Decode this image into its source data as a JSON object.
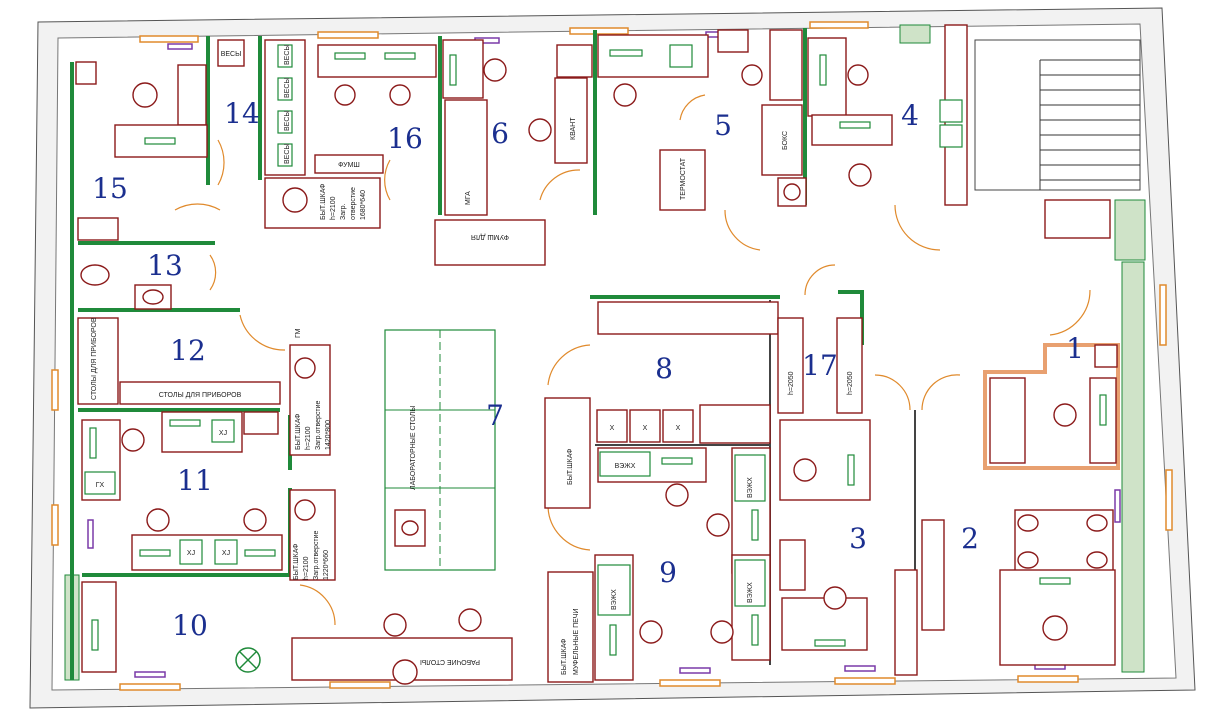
{
  "rooms": [
    {
      "num": "1"
    },
    {
      "num": "2"
    },
    {
      "num": "3"
    },
    {
      "num": "4"
    },
    {
      "num": "5"
    },
    {
      "num": "6"
    },
    {
      "num": "7"
    },
    {
      "num": "8"
    },
    {
      "num": "9"
    },
    {
      "num": "10"
    },
    {
      "num": "11"
    },
    {
      "num": "12"
    },
    {
      "num": "13"
    },
    {
      "num": "14"
    },
    {
      "num": "15"
    },
    {
      "num": "16"
    },
    {
      "num": "17"
    }
  ],
  "labels": {
    "vesy": "ВЕСЫ",
    "fume_hood": "ФУМШ",
    "fume_hood_rev": "ФУМШ ДЛЯ",
    "mga": "МГА",
    "kvant": "КВАНТ",
    "termostat": "ТЕРМОСТАТ",
    "boks": "БОКС",
    "byt_shkaf": "БЫТ.ШКАФ",
    "h2100": "h=2100",
    "zagr_1": "Загр.",
    "otv_1": "отверстие",
    "size_1": "1680*640",
    "otv_2": "Загр.отверстие",
    "size_2": "1420*800",
    "size_3": "1220*660",
    "tables_pribory_v": "СТОЛЫ ДЛЯ ПРИБОРОВ",
    "tables_pribory_h": "СТОЛЫ ДЛЯ ПРИБОРОВ",
    "gm": "ГМ",
    "lab_tables": "ЛАБОРАТОРНЫЕ СТОЛЫ",
    "byt_shkaf_7": "БЫТ.ШКАФ",
    "byt_shkaf_9": "БЫТ.ШКАФ",
    "mufel": "МУФЕЛЬНЫЕ ПЕЧИ",
    "vezhk": "ВЭЖХ",
    "gh": "ГХ",
    "hj": "ХЈ",
    "x": "Х",
    "h2050": "h=2050",
    "working_tables": "РАБОЧИЕ СТОЛЫ"
  }
}
